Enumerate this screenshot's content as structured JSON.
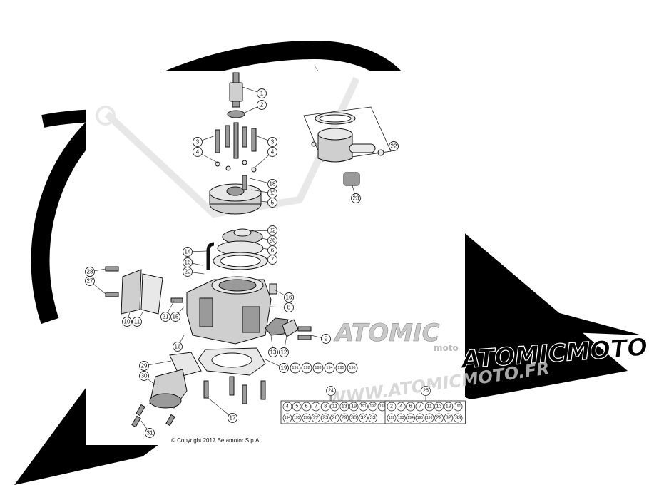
{
  "brand": {
    "site_name": "ATOMICMOTO.FR",
    "site_url": "WWW.ATOMICMOTO.FR",
    "logo_text": "ATOMIC",
    "logo_subtext": "moto",
    "accent_color": "#000000",
    "watermark_color": "#d9d9d9"
  },
  "diagram": {
    "copyright": "© Copyright 2017 Betamotor S.p.A.",
    "callouts": [
      {
        "id": "c1",
        "label": "1"
      },
      {
        "id": "c2",
        "label": "2"
      },
      {
        "id": "c3a",
        "label": "3"
      },
      {
        "id": "c3b",
        "label": "3"
      },
      {
        "id": "c4a",
        "label": "4"
      },
      {
        "id": "c4b",
        "label": "4"
      },
      {
        "id": "c18",
        "label": "18"
      },
      {
        "id": "c33",
        "label": "33"
      },
      {
        "id": "c5",
        "label": "5"
      },
      {
        "id": "c32",
        "label": "32"
      },
      {
        "id": "c26",
        "label": "26"
      },
      {
        "id": "c6",
        "label": "6"
      },
      {
        "id": "c7",
        "label": "7"
      },
      {
        "id": "c14",
        "label": "14"
      },
      {
        "id": "c16a",
        "label": "16"
      },
      {
        "id": "c20",
        "label": "20"
      },
      {
        "id": "c28",
        "label": "28"
      },
      {
        "id": "c27",
        "label": "27"
      },
      {
        "id": "c16b",
        "label": "16"
      },
      {
        "id": "c8",
        "label": "8"
      },
      {
        "id": "c21",
        "label": "21"
      },
      {
        "id": "c15",
        "label": "15"
      },
      {
        "id": "c10",
        "label": "10"
      },
      {
        "id": "c11",
        "label": "11"
      },
      {
        "id": "c9",
        "label": "9"
      },
      {
        "id": "c16c",
        "label": "16"
      },
      {
        "id": "c13",
        "label": "13"
      },
      {
        "id": "c12",
        "label": "12"
      },
      {
        "id": "c19",
        "label": "19"
      },
      {
        "id": "c191",
        "label": "191"
      },
      {
        "id": "c192",
        "label": "192"
      },
      {
        "id": "c193",
        "label": "193"
      },
      {
        "id": "c194",
        "label": "194"
      },
      {
        "id": "c195",
        "label": "195"
      },
      {
        "id": "c196",
        "label": "196"
      },
      {
        "id": "c29",
        "label": "29"
      },
      {
        "id": "c30",
        "label": "30"
      },
      {
        "id": "c17",
        "label": "17"
      },
      {
        "id": "c31",
        "label": "31"
      },
      {
        "id": "c22",
        "label": "22"
      },
      {
        "id": "c23",
        "label": "23"
      }
    ],
    "kits": [
      {
        "id": "kit24",
        "label": "24",
        "row1": [
          "4",
          "5",
          "6",
          "7",
          "8",
          "11",
          "13",
          "19",
          "191",
          "192",
          "193"
        ],
        "row2": [
          "194",
          "195",
          "196",
          "22",
          "23",
          "26",
          "29",
          "30",
          "32",
          "33"
        ]
      },
      {
        "id": "kit25",
        "label": "25",
        "row1": [
          "2",
          "4",
          "6",
          "7",
          "11",
          "13",
          "19",
          "191"
        ],
        "row2": [
          "192",
          "193",
          "194",
          "195",
          "196",
          "29",
          "32",
          "33"
        ]
      }
    ]
  }
}
